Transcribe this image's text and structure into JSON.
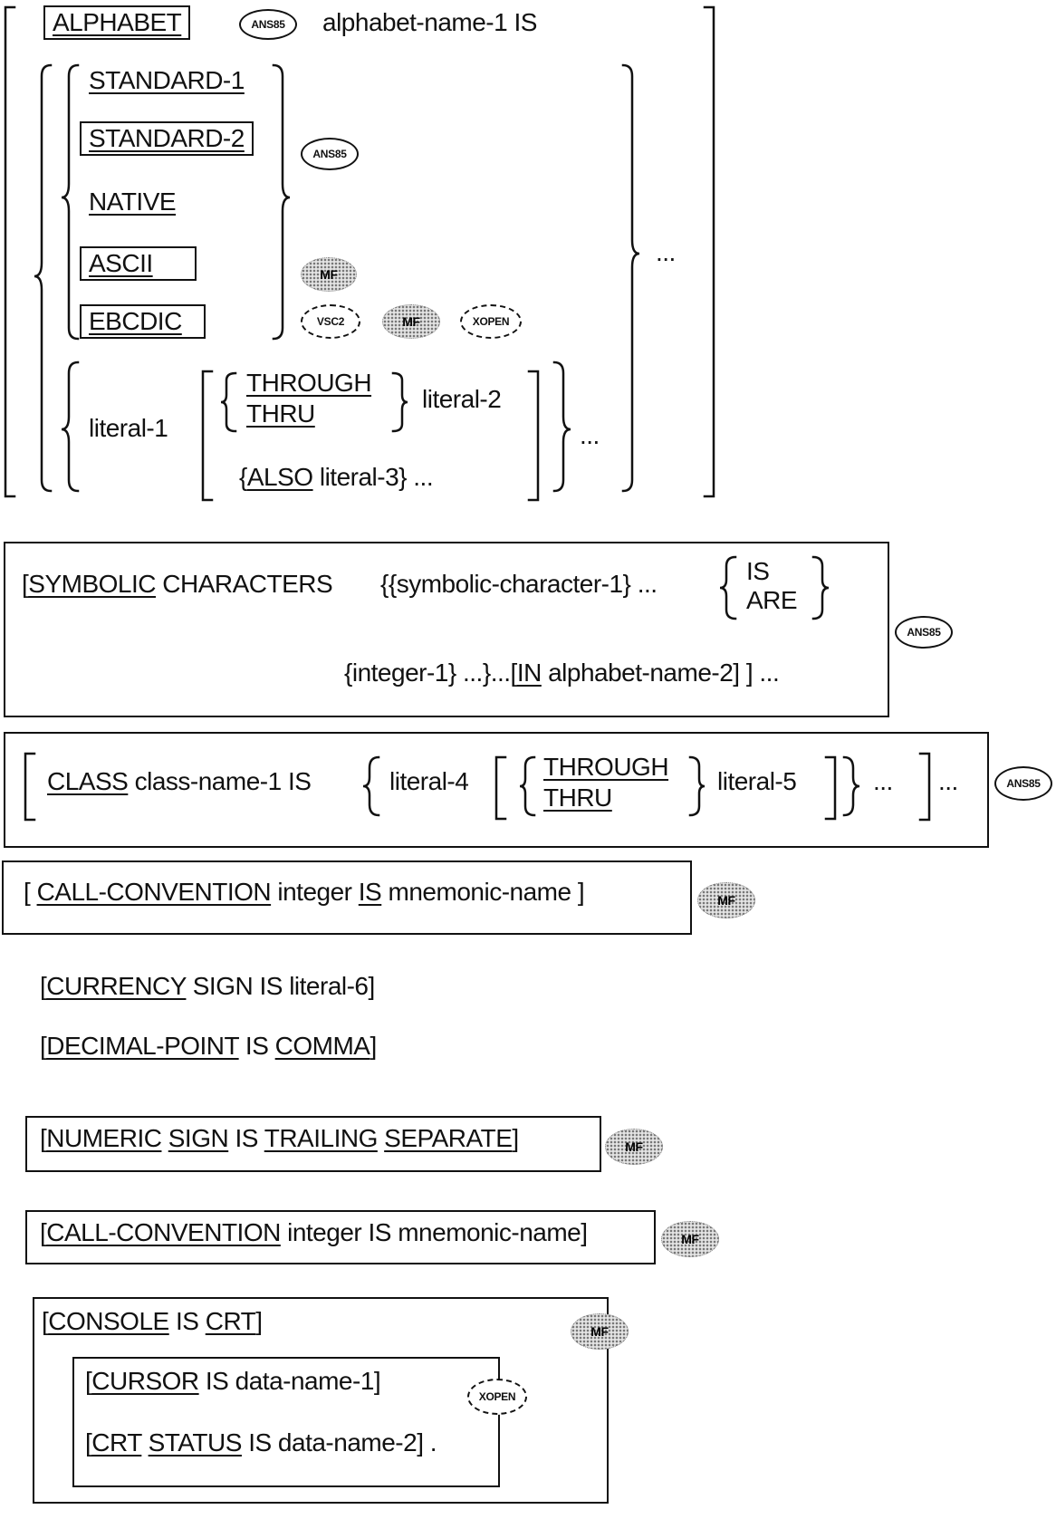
{
  "alphabet": {
    "keyword": "ALPHABET",
    "name": "alphabet-name-1 IS",
    "options": {
      "standard1": "STANDARD-1",
      "standard2": "STANDARD-2",
      "native": "NATIVE",
      "ascii": "ASCII",
      "ebcdic": "EBCDIC"
    },
    "literal1": "literal-1",
    "through": "THROUGH",
    "thru": "THRU",
    "literal2": "literal-2",
    "also_open": "{",
    "also": "ALSO",
    "also_lit": " literal-3}",
    "ellipsis": "..."
  },
  "symbolic": {
    "open": "[",
    "kw": "SYMBOLIC",
    "chars": " CHARACTERS",
    "sym_char": "{{symbolic-character-1}",
    "is": "IS",
    "are": "ARE",
    "int_pre": "{integer-1}",
    "int_mid": " ...}...[",
    "in_kw": "IN",
    "int_post": " alphabet-name-2] ] ..."
  },
  "class": {
    "kw": "CLASS",
    "name": " class-name-1 IS",
    "literal4": "literal-4",
    "through": "THROUGH",
    "thru": "THRU",
    "literal5": "literal-5"
  },
  "call1": {
    "open": "[ ",
    "kw": "CALL-CONVENTION",
    "mid": " integer ",
    "is": "IS",
    "post": " mnemonic-name  ]"
  },
  "currency": {
    "open": "[",
    "kw": "CURRENCY",
    "post": " SIGN IS literal-6]"
  },
  "decimal": {
    "open": "[",
    "kw": "DECIMAL-POINT",
    "mid": " IS ",
    "comma": "COMMA",
    "close": "]"
  },
  "numeric": {
    "open": "[",
    "kw1": "NUMERIC",
    "kw2": "SIGN",
    "mid": " IS ",
    "kw3": "TRAILING",
    "kw4": "SEPARATE",
    "close": "]"
  },
  "call2": {
    "open": "[",
    "kw": "CALL-CONVENTION",
    "post": " integer IS mnemonic-name]"
  },
  "console": {
    "open": "[",
    "kw": "CONSOLE",
    "mid": " IS ",
    "crt": "CRT",
    "close": "]"
  },
  "cursor": {
    "open": "[",
    "kw": "CURSOR",
    "post": " IS data-name-1]"
  },
  "crtstatus": {
    "open": "[",
    "kw1": "CRT",
    "kw2": "STATUS",
    "post": " IS data-name-2] ."
  },
  "badges": {
    "ans85": "ANS85",
    "mf": "MF",
    "vsc2": "VSC2",
    "xopen": "XOPEN"
  }
}
